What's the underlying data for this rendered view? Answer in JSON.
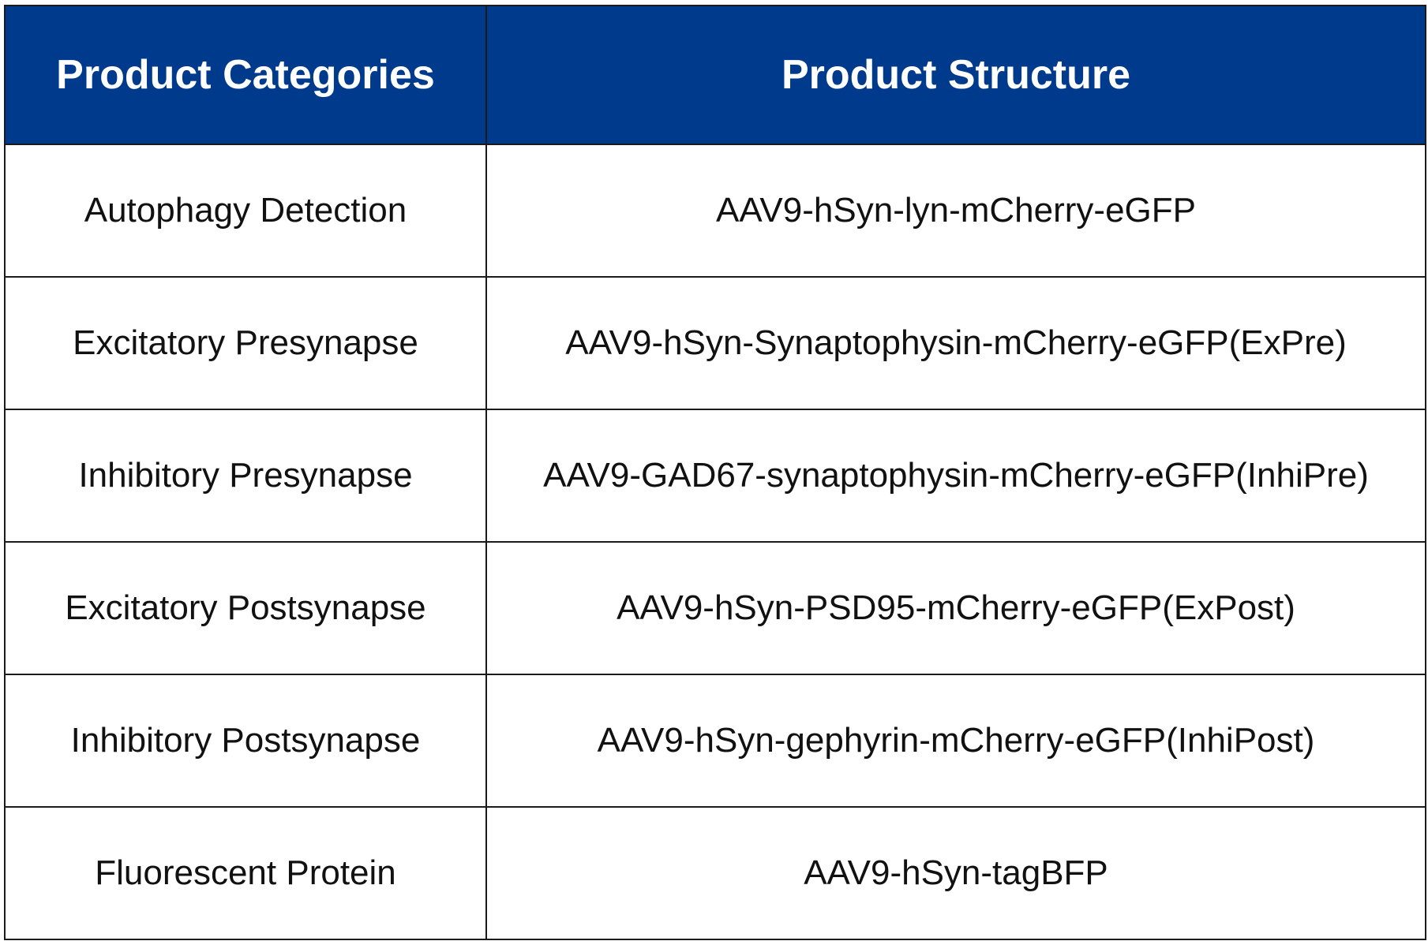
{
  "table": {
    "header_color": "#003a8c",
    "headers": [
      "Product Categories",
      "Product Structure"
    ],
    "rows": [
      [
        "Autophagy Detection",
        "AAV9-hSyn-lyn-mCherry-eGFP"
      ],
      [
        "Excitatory Presynapse",
        "AAV9-hSyn-Synaptophysin-mCherry-eGFP(ExPre)"
      ],
      [
        "Inhibitory Presynapse",
        "AAV9-GAD67-synaptophysin-mCherry-eGFP(InhiPre)"
      ],
      [
        "Excitatory Postsynapse",
        "AAV9-hSyn-PSD95-mCherry-eGFP(ExPost)"
      ],
      [
        "Inhibitory Postsynapse",
        "AAV9-hSyn-gephyrin-mCherry-eGFP(InhiPost)"
      ],
      [
        "Fluorescent Protein",
        "AAV9-hSyn-tagBFP"
      ]
    ]
  }
}
